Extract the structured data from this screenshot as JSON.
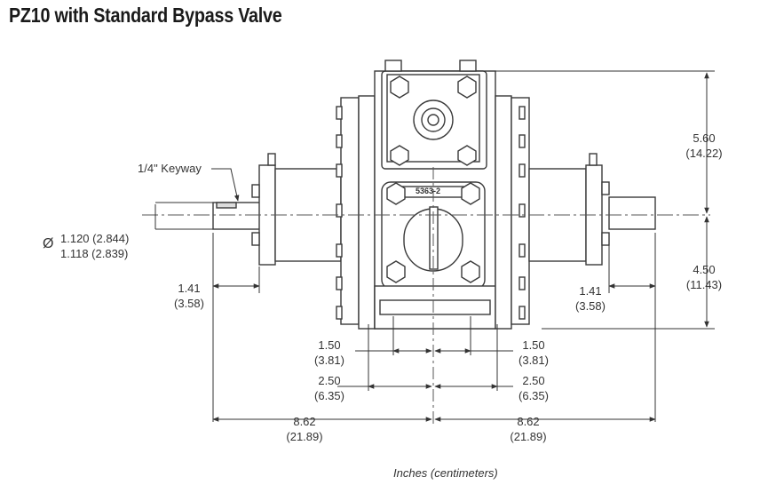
{
  "title": "PZ10 with Standard Bypass Valve",
  "units_note": "Inches (centimeters)",
  "part_number": "5363-2",
  "callouts": {
    "keyway": "1/4\" Keyway",
    "diameter_symbol": "Ø",
    "diameter_max": "1.120 (2.844)",
    "diameter_min": "1.118 (2.839)"
  },
  "dimensions": {
    "height_top_in": "5.60",
    "height_top_cm": "(14.22)",
    "height_bottom_in": "4.50",
    "height_bottom_cm": "(11.43)",
    "shaft_left_in": "1.41",
    "shaft_left_cm": "(3.58)",
    "shaft_right_in": "1.41",
    "shaft_right_cm": "(3.58)",
    "bolt_inner_left_in": "1.50",
    "bolt_inner_left_cm": "(3.81)",
    "bolt_inner_right_in": "1.50",
    "bolt_inner_right_cm": "(3.81)",
    "bolt_outer_left_in": "2.50",
    "bolt_outer_left_cm": "(6.35)",
    "bolt_outer_right_in": "2.50",
    "bolt_outer_right_cm": "(6.35)",
    "overall_left_in": "8.62",
    "overall_left_cm": "(21.89)",
    "overall_right_in": "8.62",
    "overall_right_cm": "(21.89)"
  }
}
